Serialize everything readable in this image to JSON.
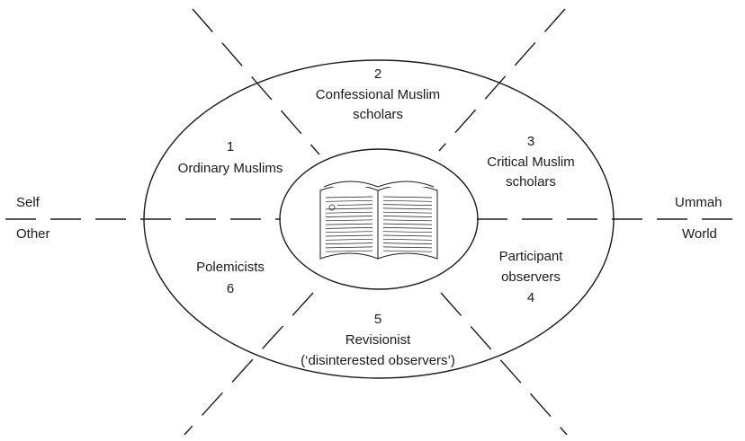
{
  "axis_labels": {
    "left_top": "Self",
    "left_bottom": "Other",
    "right_top": "Ummah",
    "right_bottom": "World"
  },
  "segments": [
    {
      "number": "2",
      "lines": [
        "Confessional Muslim",
        "scholars"
      ]
    },
    {
      "number": "1",
      "lines": [
        "Ordinary Muslims"
      ]
    },
    {
      "number": "3",
      "lines": [
        "Critical Muslim",
        "scholars"
      ]
    },
    {
      "number": "4",
      "lines": [
        "Participant",
        "observers"
      ]
    },
    {
      "number": "5",
      "lines": [
        "Revisionist",
        "(‘disinterested observers’)"
      ]
    },
    {
      "number": "6",
      "lines": [
        "Polemicists"
      ]
    }
  ],
  "center": {
    "icon": "open-book-icon"
  }
}
